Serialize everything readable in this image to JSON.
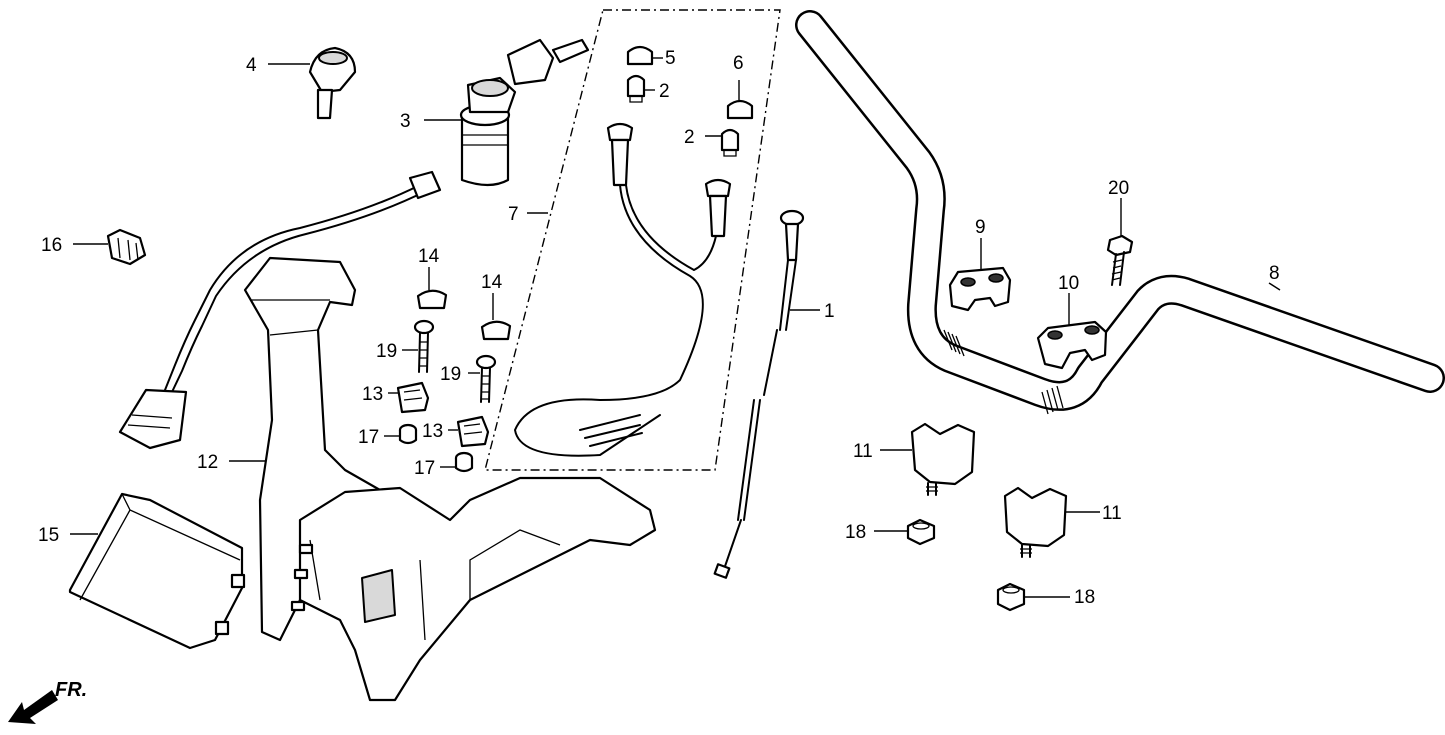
{
  "callouts": {
    "c1": "1",
    "c2a": "2",
    "c2b": "2",
    "c3": "3",
    "c4": "4",
    "c5": "5",
    "c6": "6",
    "c7": "7",
    "c8": "8",
    "c9": "9",
    "c10": "10",
    "c11a": "11",
    "c11b": "11",
    "c12": "12",
    "c13a": "13",
    "c13b": "13",
    "c14a": "14",
    "c14b": "14",
    "c15": "15",
    "c16": "16",
    "c17a": "17",
    "c17b": "17",
    "c18a": "18",
    "c18b": "18",
    "c19a": "19",
    "c19b": "19",
    "c20": "20"
  },
  "direction_label": "FR."
}
